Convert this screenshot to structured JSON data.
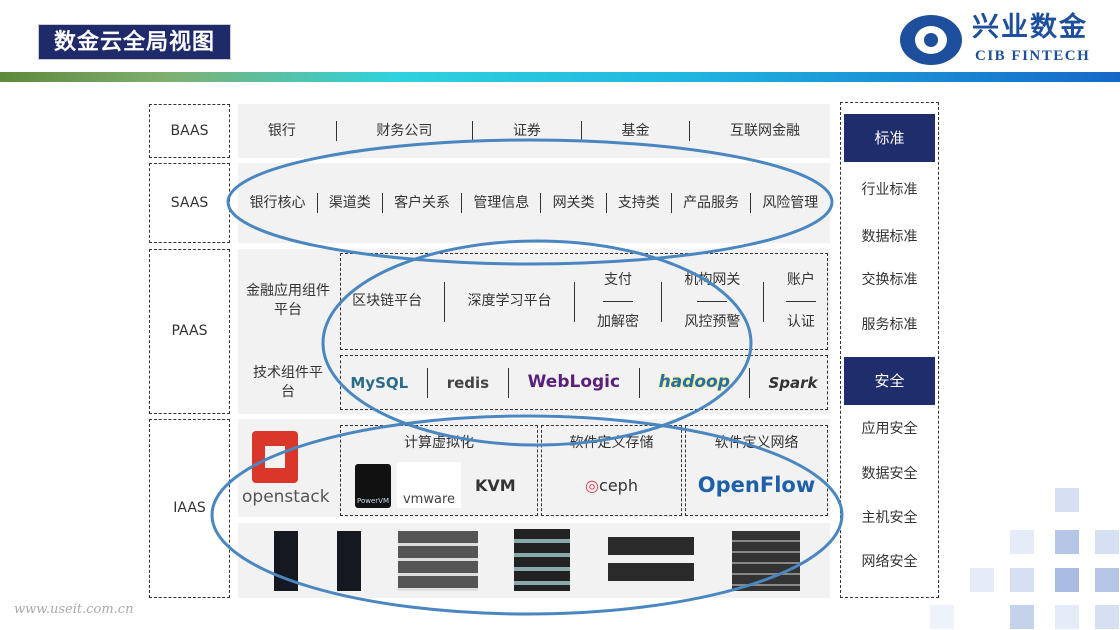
{
  "header": {
    "title": "数金云全局视图",
    "logo_cn": "兴业数金",
    "logo_en": "CIB FINTECH"
  },
  "layers": {
    "baas": "BAAS",
    "saas": "SAAS",
    "paas": "PAAS",
    "iaas": "IAAS"
  },
  "baas_items": [
    "银行",
    "财务公司",
    "证券",
    "基金",
    "互联网金融"
  ],
  "saas_items": [
    "银行核心",
    "渠道类",
    "客户关系",
    "管理信息",
    "网关类",
    "支持类",
    "产品服务",
    "风险管理"
  ],
  "paas": {
    "fin_label": "金融应用组件平台",
    "fin_items": [
      "区块链平台",
      "深度学习平台"
    ],
    "fin_pairs": [
      {
        "top": "支付",
        "bottom": "加解密"
      },
      {
        "top": "机构网关",
        "bottom": "风控预警"
      },
      {
        "top": "账户",
        "bottom": "认证"
      }
    ],
    "tech_label": "技术组件平台",
    "tech_items": [
      "MySQL",
      "redis",
      "WebLogic",
      "hadoop",
      "Spark"
    ]
  },
  "iaas": {
    "openstack": "openstack",
    "compute": "计算虚拟化",
    "compute_items": [
      "PowerVM",
      "vmware",
      "KVM"
    ],
    "storage": "软件定义存储",
    "storage_item": "ceph",
    "network": "软件定义网络",
    "network_item": "OpenFlow"
  },
  "standards": {
    "header": "标准",
    "items": [
      "行业标准",
      "数据标准",
      "交换标准",
      "服务标准"
    ]
  },
  "security": {
    "header": "安全",
    "items": [
      "应用安全",
      "数据安全",
      "主机安全",
      "网络安全"
    ]
  },
  "watermark": "www.useit.com.cn",
  "colors": {
    "navy": "#1f2d6d",
    "ellipse": "#4a86c0",
    "logo": "#1d4f9c"
  }
}
